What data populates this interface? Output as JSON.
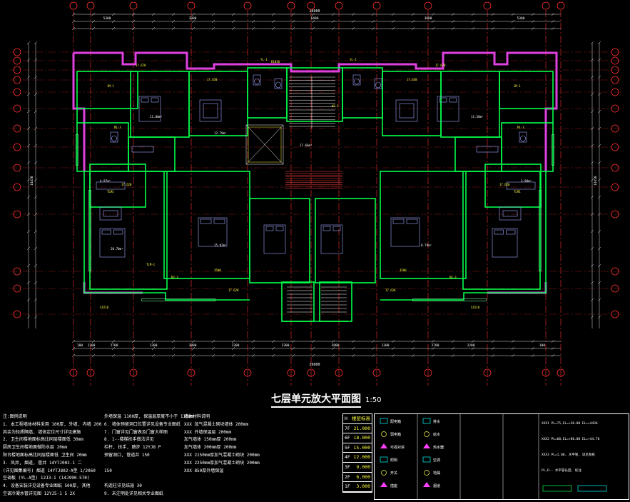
{
  "drawing": {
    "title": "七层单元放大平面图",
    "scale": "1:50",
    "overall_dimension": "26000",
    "bottom_dims": [
      "100",
      "1200",
      "2700",
      "1300",
      "3800",
      "2300",
      "2300",
      "3800",
      "1300",
      "2700",
      "1200",
      "100"
    ],
    "top_dims": [
      "5300",
      "3800",
      "6400",
      "3800",
      "5300"
    ],
    "room_areas": [
      "11.00m²",
      "11.58m²",
      "12.79m²",
      "15.92m²",
      "20.70m²",
      "8.79m²",
      "4.97m²",
      "3.90m²",
      "17.66m²"
    ]
  },
  "notes": {
    "col1": [
      "注:图例说明",
      "1. 本工程墙体材料采用     100厚, 外墙, 内墙    200",
      "   其余为轻质隔墙, 墙体定位尺寸详见建施",
      "2. 卫生间楼地面标高比同层楼面低       30mm",
      "   厨房卫生间楼地面做防水层       20mm",
      "   阳台楼地面标高比同层楼面低  卫生间   20mm",
      "3. 风井, 烟道, 管井     14YTJ002-1 二",
      "   (详见图集编号)  烟道     14YTJ802-A型  1/2060",
      "   空调板 (YL-A型)     12J3-1  (14J990-570)",
      "4. 设备安装详见设备专业图纸     500厚, 其他",
      "   空调冷凝水管详见图         12YJ5-1 5 2X"
    ],
    "col2": [
      "外墙保温 1100厚, 保温层厚度不小于  110mm",
      "6. 墙体预留洞口位置详见设备专业图纸",
      "7. 门窗详见门窗表及门窗大样图",
      "8. 1--楼梯扶手做法详见",
      "   栏杆, 扶手, 踏步  12YJ8  P",
      "   预留洞口, 管道井 150",
      "",
      "                                 150",
      "",
      "   构造柱详见结施  30",
      "9. 未注明处详见相关专业图纸"
    ],
    "col3": [
      "墙体材料说明",
      "XXX  加气混凝土砌块墙体   200mm",
      "XXX  外墙保温层   200mm",
      "加气墙体 150mm厚  200mm",
      "加气墙体 200mm厚  200mm",
      "XXX  2150mm厚加气混凝土砌块  200mm",
      "XXX  2250mm厚加气混凝土砌块  200mm",
      "XXX  850厚外墙保温"
    ]
  },
  "floors": [
    {
      "name": "H",
      "value": "楼层标高"
    },
    {
      "name": "7F",
      "value": "21.000"
    },
    {
      "name": "6F",
      "value": "18.000"
    },
    {
      "name": "5F",
      "value": "15.000"
    },
    {
      "name": "4F",
      "value": "12.000"
    },
    {
      "name": "3F",
      "value": "9.000"
    },
    {
      "name": "2F",
      "value": "6.000"
    },
    {
      "name": "1F",
      "value": "3.000"
    }
  ],
  "legend_items": [
    "配电箱",
    "弱电箱",
    "可视对讲",
    "照明",
    "开关",
    "插座",
    "排水",
    "给水",
    "热水器",
    "空调",
    "地漏",
    "烟道"
  ],
  "legend_notes": [
    "XXX1  PL=75,EL=+30.00 EL=+4436",
    "XXX2  PL=60,EL=+80.00 EL=+44.70",
    "XXX3  PL=1.00, 水平管, 详见系统",
    "PL,D-- 水平管长度, 标注"
  ],
  "colors": {
    "background": "#000000",
    "wall": "#00ff4c",
    "insulation": "#e040e0",
    "axis": "#ff3030",
    "dimension": "#ffffff",
    "text_yellow": "#ffff40",
    "furniture": "#9ea8ff"
  }
}
